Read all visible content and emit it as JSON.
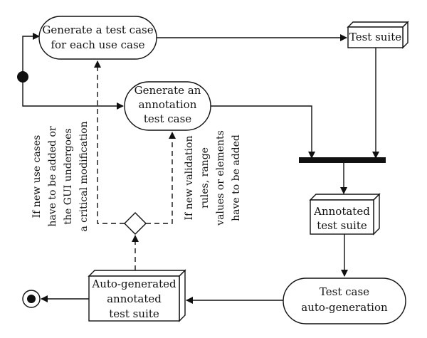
{
  "nodes": {
    "generate_test_case": [
      "Generate a test case",
      "for each use case"
    ],
    "generate_annotation": [
      "Generate an",
      "annotation",
      "test case"
    ],
    "test_suite": [
      "Test suite"
    ],
    "annotated_test_suite": [
      "Annotated",
      "test suite"
    ],
    "test_case_auto_generation": [
      "Test case",
      "auto-generation"
    ],
    "auto_generated_suite": [
      "Auto-generated",
      "annotated",
      "test suite"
    ]
  },
  "labels": {
    "use_case_condition": [
      "If new use cases",
      "have to be added or",
      "the GUI undergoes",
      "a critical modification"
    ],
    "validation_condition": [
      "If new validation",
      "rules, range",
      "values or elements",
      "have to be added"
    ]
  }
}
